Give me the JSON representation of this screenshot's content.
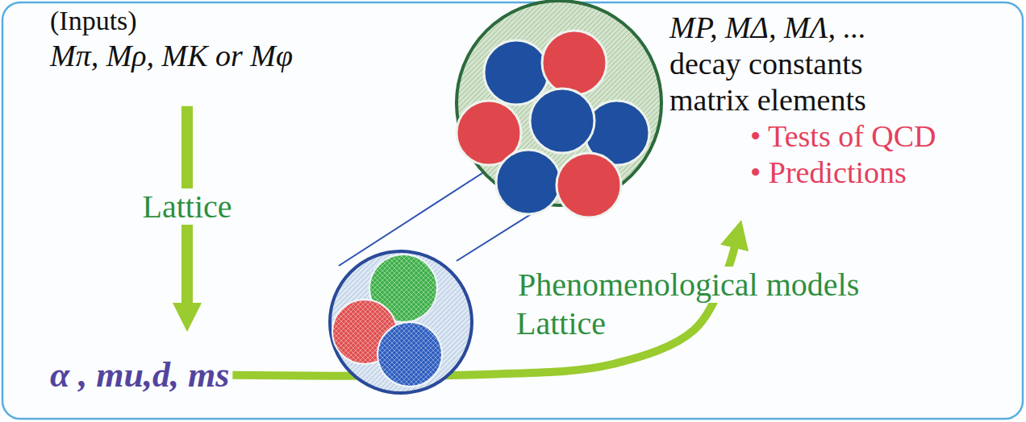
{
  "diagram": {
    "nodes": [
      {
        "text": [
          "(Inputs)",
          "Mπ, Mρ, MK or Mφ"
        ]
      },
      {
        "text": [
          "α , mu,d, ms"
        ]
      },
      {
        "text": [
          "MP, MΔ, MΛ, ...",
          "decay constants",
          "matrix elements",
          "• Tests of QCD",
          "• Predictions"
        ]
      }
    ],
    "edges": [
      {
        "from": 0,
        "to": 1,
        "arrow": "to",
        "label": "Lattice"
      },
      {
        "from": 1,
        "to": 2,
        "arrow": "to",
        "label": "Phenomenological models Lattice"
      }
    ]
  }
}
